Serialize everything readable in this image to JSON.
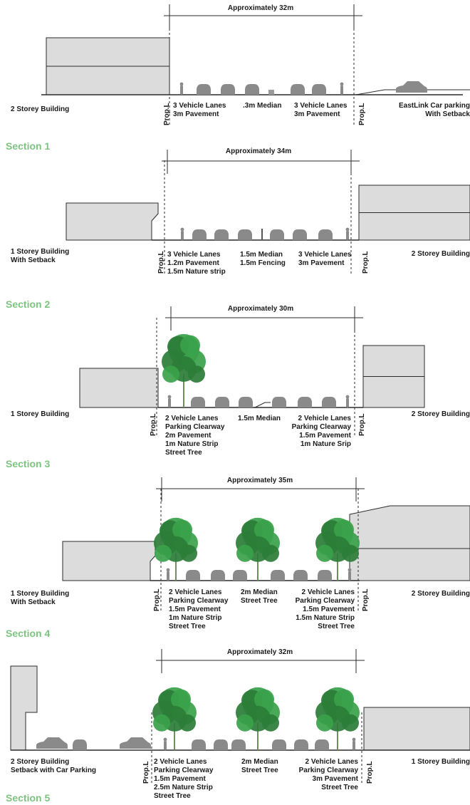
{
  "sections": [
    {
      "title": "Section 1",
      "dimension": "Approximately 32m",
      "left_building": "2 Storey Building",
      "right_building": [
        "EastLink Car parking",
        "With Setback"
      ],
      "prop_label": "Prop.L",
      "left_lanes": [
        "3 Vehicle Lanes",
        "3m Pavement"
      ],
      "median": [
        ".3m Median"
      ],
      "right_lanes": [
        "3 Vehicle Lanes",
        "3m Pavement"
      ]
    },
    {
      "title": "Section 2",
      "dimension": "Approximately 34m",
      "left_building": [
        "1 Storey Building",
        "With Setback"
      ],
      "right_building": "2 Storey Building",
      "prop_label": "Prop.L",
      "left_lanes": [
        "3 Vehicle Lanes",
        "1.2m Pavement",
        "1.5m Nature strip"
      ],
      "median": [
        "1.5m Median",
        "1.5m Fencing"
      ],
      "right_lanes": [
        "3 Vehicle Lanes",
        "3m Pavement"
      ]
    },
    {
      "title": "Section 3",
      "dimension": "Approximately 30m",
      "left_building": "1 Storey Building",
      "right_building": "2 Storey Building",
      "prop_label": "Prop.L",
      "left_lanes": [
        "2 Vehicle Lanes",
        "Parking Clearway",
        "2m Pavement",
        "1m Nature Strip",
        "Street Tree"
      ],
      "median": [
        "1.5m Median"
      ],
      "right_lanes": [
        "2 Vehicle Lanes",
        "Parking Clearway",
        "1.5m Pavement",
        "1m Nature Srip"
      ]
    },
    {
      "title": "Section 4",
      "dimension": "Approximately 35m",
      "left_building": [
        "1 Storey Building",
        "With Setback"
      ],
      "right_building": "2 Storey Building",
      "prop_label": "Prop.L",
      "left_lanes": [
        "2 Vehicle Lanes",
        "Parking Clearway",
        "1.5m Pavement",
        "1m Nature Strip",
        "Street Tree"
      ],
      "median": [
        "2m Median",
        "Street Tree"
      ],
      "right_lanes": [
        "2 Vehicle Lanes",
        "Parking Clearway",
        "1.5m Pavement",
        "1.5m Nature Strip",
        "Street Tree"
      ]
    },
    {
      "title": "Section 5",
      "dimension": "Approximately 32m",
      "left_building": [
        "2 Storey Building",
        "Setback with Car Parking"
      ],
      "right_building": "1 Storey Building",
      "prop_label": "Prop.L",
      "left_lanes": [
        "2 Vehicle Lanes",
        "Parking Clearway",
        "1.5m Pavement",
        "2.5m Nature Strip",
        "Street Tree"
      ],
      "median": [
        "2m Median",
        "Street Tree"
      ],
      "right_lanes": [
        "2 Vehicle Lanes",
        "Parking Clearway",
        "3m Pavement",
        "Street Tree"
      ]
    }
  ],
  "colors": {
    "building_fill": "#dcdcdc",
    "building_stroke": "#2b2b2b",
    "vehicle": "#8a8a8a",
    "tree": "#3aa24a",
    "tree_dark": "#2b7d37",
    "title": "#7cc47f"
  }
}
